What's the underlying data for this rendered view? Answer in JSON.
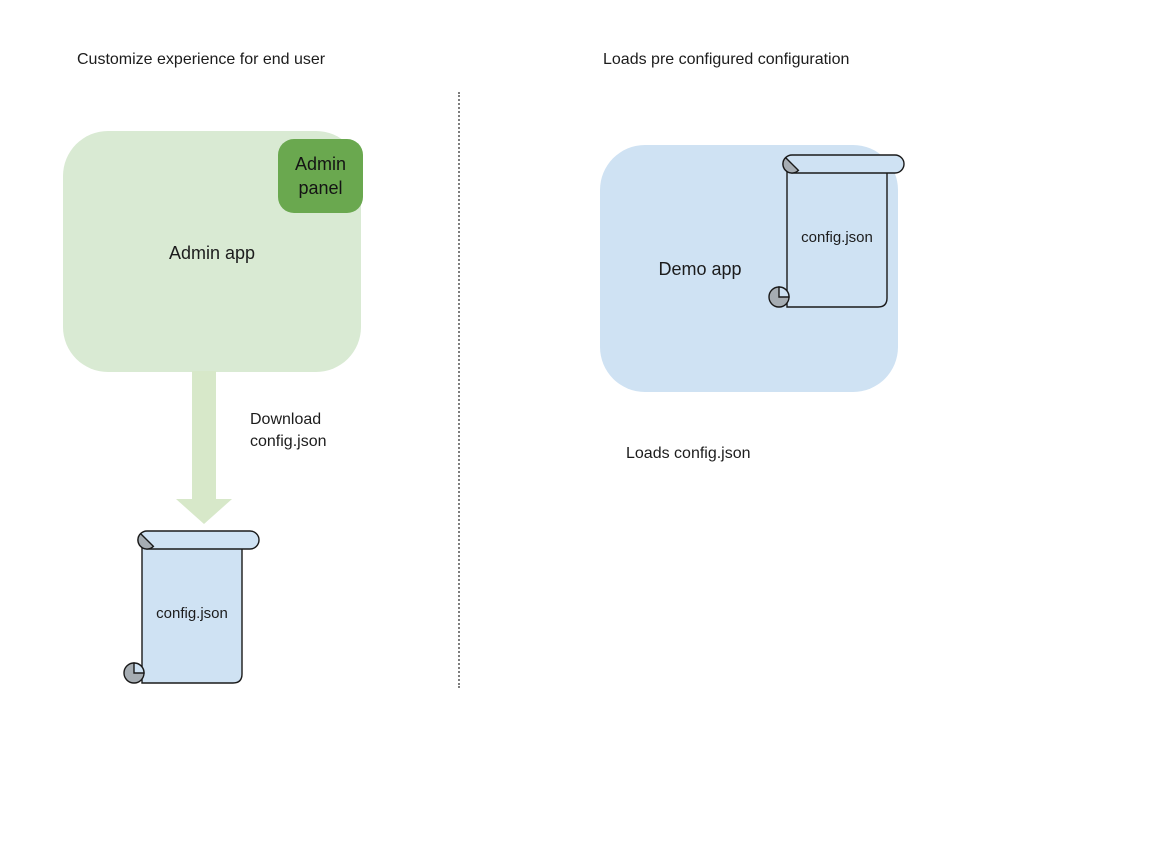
{
  "diagram": {
    "left": {
      "title": "Customize experience for end user",
      "admin_app_label": "Admin app",
      "admin_panel_label": "Admin panel",
      "arrow_caption": "Download config.json",
      "config_file_label": "config.json"
    },
    "right": {
      "title": "Loads pre configured configuration",
      "demo_app_label": "Demo app",
      "config_file_label": "config.json",
      "caption": "Loads config.json"
    },
    "colors": {
      "admin_app_fill": "#d9ead3",
      "admin_panel_fill": "#6aa84f",
      "arrow_fill": "#d7e8c9",
      "demo_app_fill": "#cfe2f3",
      "scroll_fill": "#cfe2f3",
      "scroll_curl_fill": "#a6adb3",
      "shape_outline": "#1a1a1a",
      "divider_color": "#7e7e7e",
      "text_color": "#1c1c1c"
    }
  }
}
